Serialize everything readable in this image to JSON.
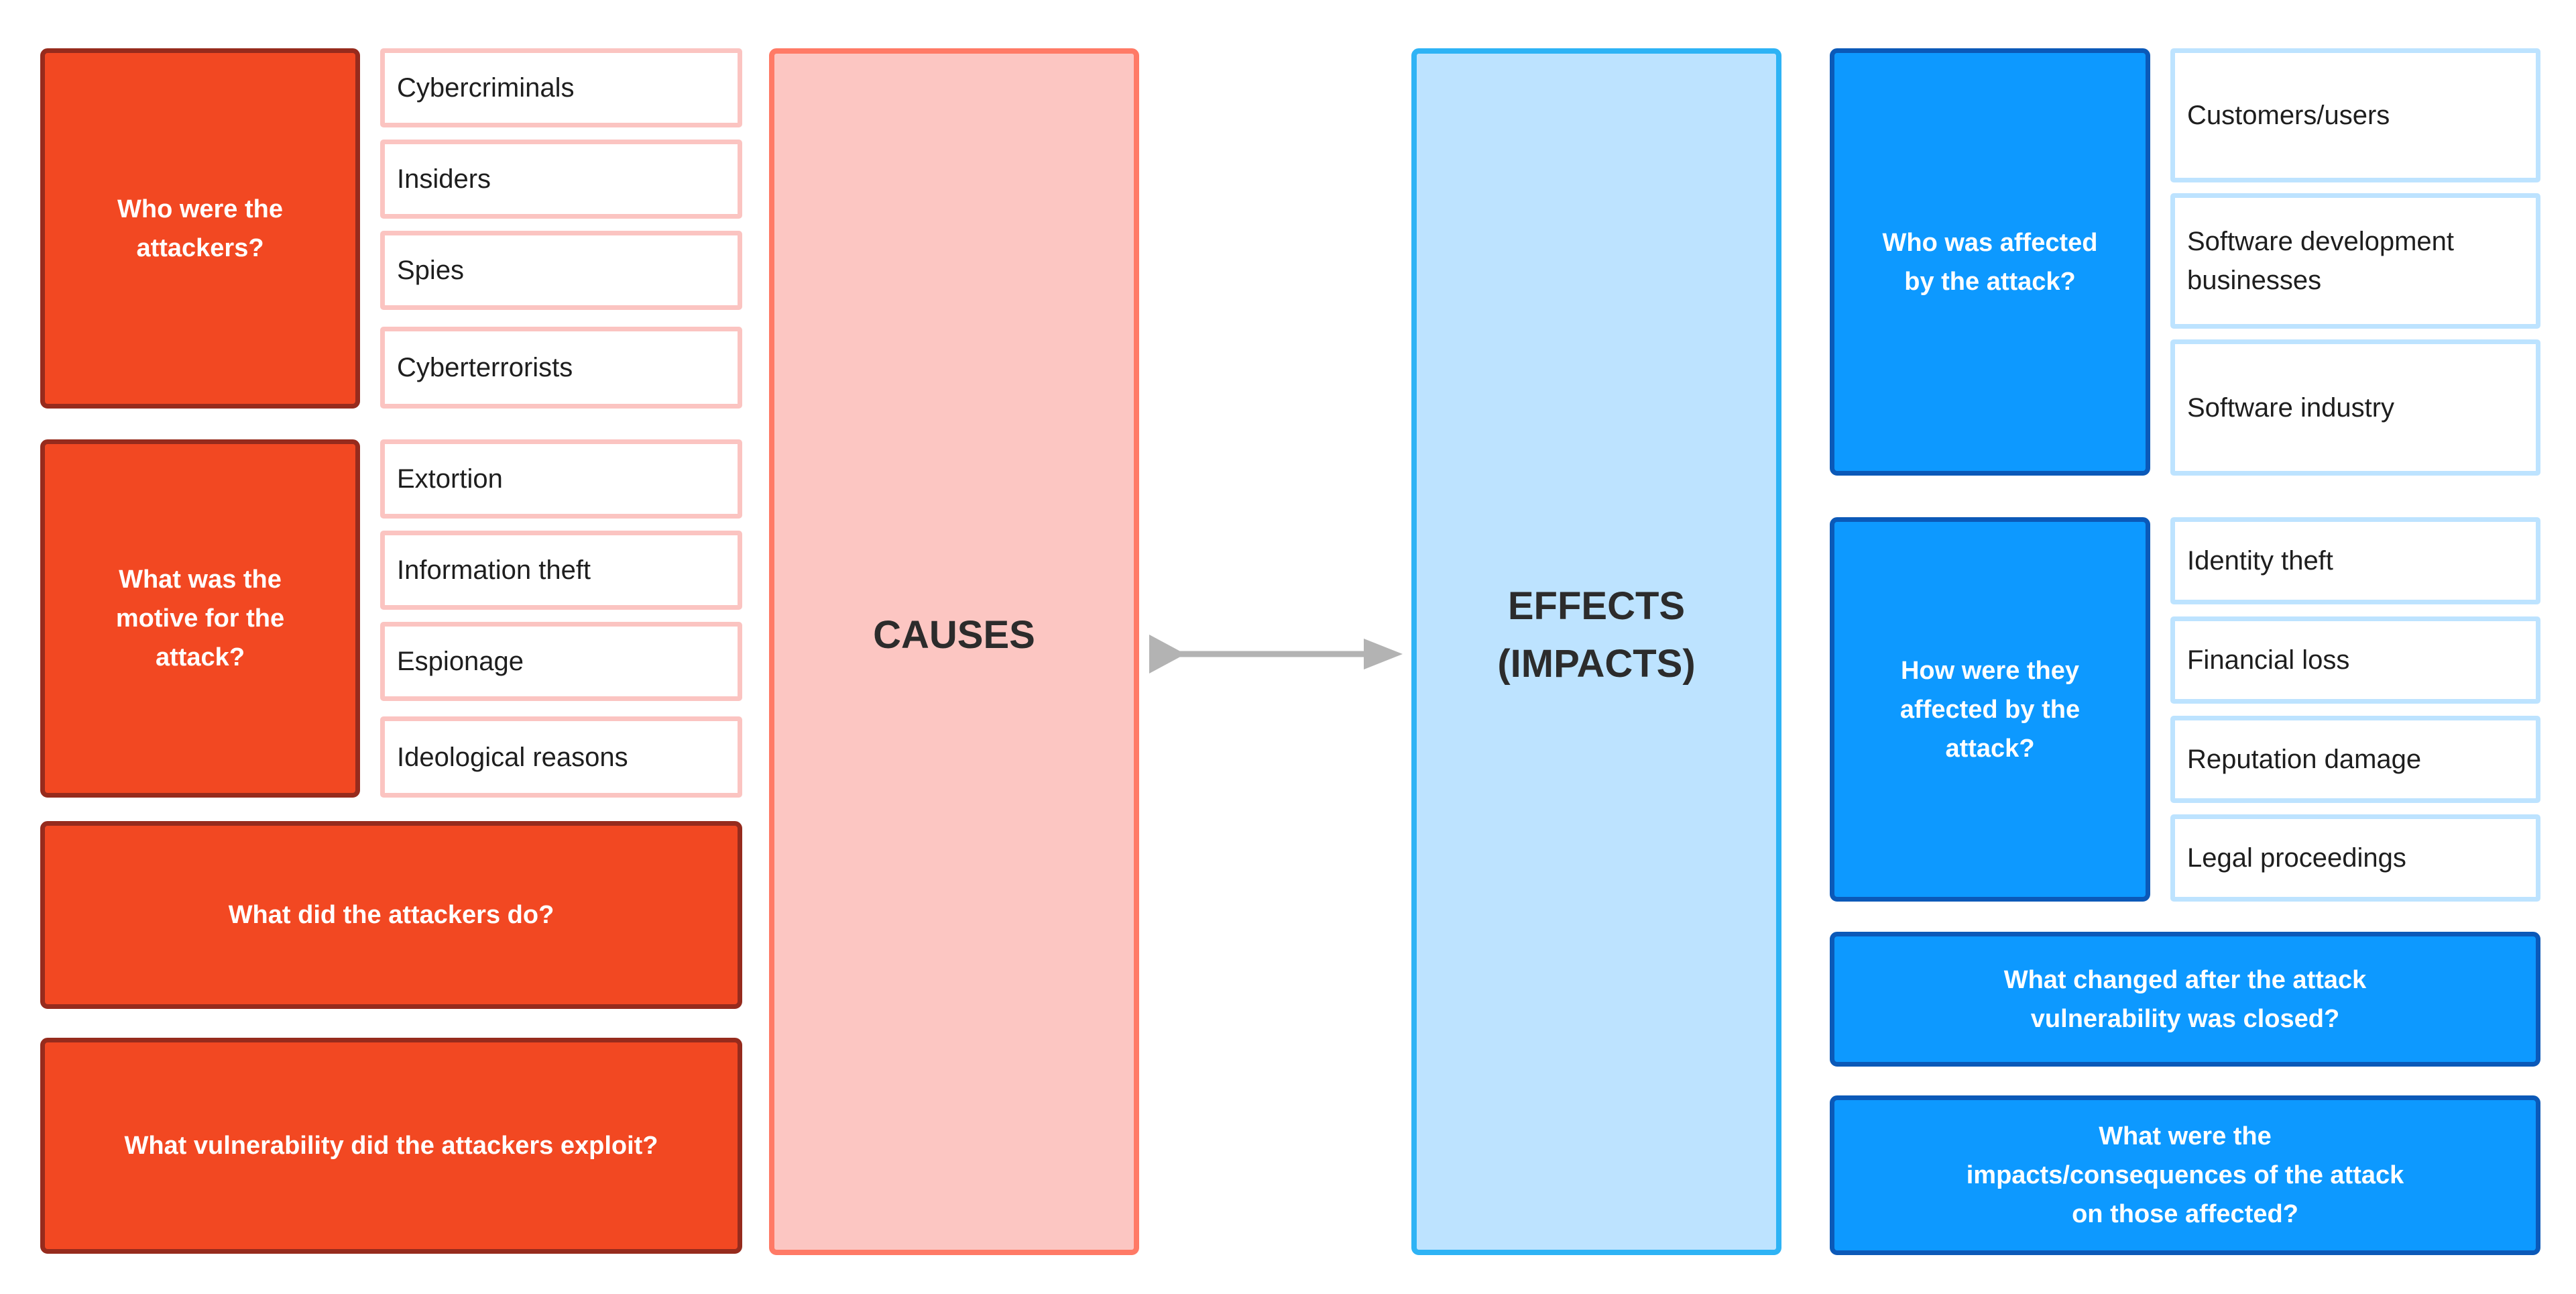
{
  "causes_label": "CAUSES",
  "effects_label_line1": "EFFECTS",
  "effects_label_line2": "(IMPACTS)",
  "colors": {
    "red_question": "#f24822",
    "red_border": "#962b1d",
    "red_answer_border": "#fbc4c1",
    "causes_fill": "#fcc6c2",
    "causes_border": "#ff7a66",
    "blue_question": "#0d99ff",
    "blue_border": "#0b59b8",
    "blue_answer_border": "#bde3ff",
    "effects_fill": "#bde3ff",
    "effects_border": "#2eb3f5",
    "arrow": "#b3b3b3"
  },
  "causes": {
    "attackers": {
      "question": "Who were the attackers?",
      "answers": [
        "Cybercriminals",
        "Insiders",
        "Spies",
        "Cyberterrorists"
      ]
    },
    "motive": {
      "question": "What was the motive for the attack?",
      "answers": [
        "Extortion",
        "Information theft",
        "Espionage",
        "Ideological reasons"
      ]
    },
    "actions_question": "What did the attackers do?",
    "vulnerability_question": "What vulnerability did the attackers exploit?"
  },
  "effects": {
    "affected": {
      "question": "Who was affected by the attack?",
      "answers": [
        "Customers/users",
        "Software development businesses",
        "Software industry"
      ]
    },
    "how": {
      "question": "How were they affected by the attack?",
      "answers": [
        "Identity theft",
        "Financial loss",
        "Reputation damage",
        "Legal proceedings"
      ]
    },
    "changed_question": "What changed after the attack vulnerability was closed?",
    "impacts_question": "What were the impacts/consequences of the attack on those affected?"
  }
}
